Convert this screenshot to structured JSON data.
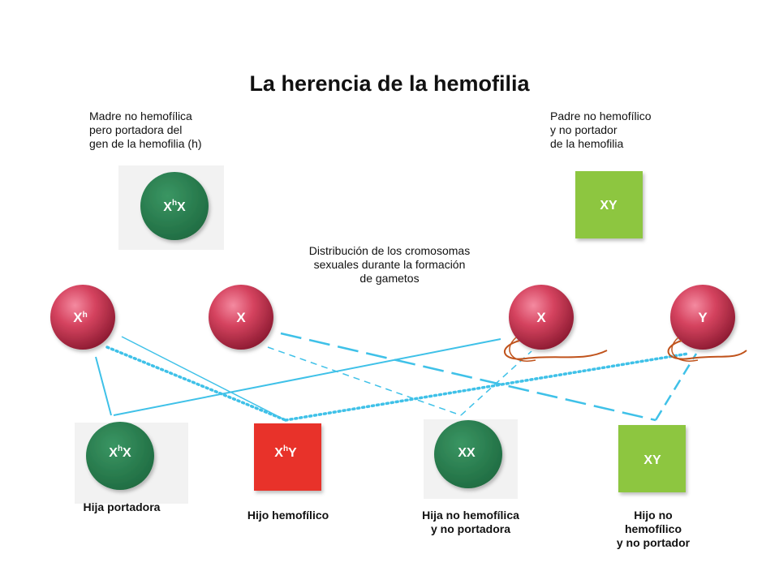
{
  "title": "La herencia de la hemofilia",
  "colors": {
    "dark_green": "#2a7e4f",
    "light_green": "#8dc63f",
    "red": "#e8322b",
    "gamete_pink": "#c8304d",
    "line_blue": "#3fc1e8",
    "tail_orange": "#c0531c"
  },
  "parents": {
    "mother": {
      "description": [
        "Madre no hemofílica",
        "pero portadora del",
        "gen de la hemofilia (h)"
      ],
      "genotype": {
        "base": "X",
        "sup": "h",
        "rest": "X"
      },
      "shape": "circle"
    },
    "father": {
      "description": [
        "Padre no hemofílico",
        "y no portador",
        "de la hemofilia"
      ],
      "genotype": {
        "base": "XY",
        "sup": "",
        "rest": ""
      },
      "shape": "square"
    }
  },
  "distribution_note": [
    "Distribución de los cromosomas",
    "sexuales durante la formación",
    "de gametos"
  ],
  "gametes": [
    {
      "base": "X",
      "sup": "h"
    },
    {
      "base": "X",
      "sup": ""
    },
    {
      "base": "X",
      "sup": ""
    },
    {
      "base": "Y",
      "sup": ""
    }
  ],
  "children": [
    {
      "genotype": {
        "base": "X",
        "sup": "h",
        "rest": "X"
      },
      "shape": "circle",
      "label": [
        "Hija portadora"
      ]
    },
    {
      "genotype": {
        "base": "X",
        "sup": "h",
        "rest": "Y"
      },
      "shape": "square-red",
      "label": [
        "Hijo hemofílico"
      ]
    },
    {
      "genotype": {
        "base": "XX",
        "sup": "",
        "rest": ""
      },
      "shape": "circle",
      "label": [
        "Hija no hemofílica",
        "y no portadora"
      ]
    },
    {
      "genotype": {
        "base": "XY",
        "sup": "",
        "rest": ""
      },
      "shape": "square",
      "label": [
        "Hijo no",
        "hemofílico",
        "y no portador"
      ]
    }
  ]
}
